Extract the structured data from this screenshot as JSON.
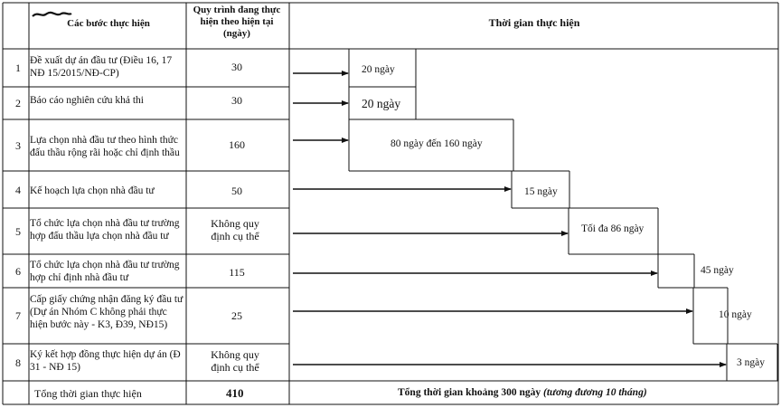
{
  "header": {
    "col_step": "Các bước thực hiện",
    "col_process": "Quy trình đang thực hiện theo hiện tại (ngày)",
    "col_time": "Thời gian thực hiện"
  },
  "rows": [
    {
      "no": "1",
      "step": "Đề xuất dự án đầu tư (Điều 16, 17 NĐ 15/2015/NĐ-CP)",
      "days": "30",
      "duration": "20 ngày"
    },
    {
      "no": "2",
      "step": "Báo cáo nghiên cứu khả thi",
      "days": "30",
      "duration": "20 ngày"
    },
    {
      "no": "3",
      "step": "Lựa chọn nhà đầu tư theo hình thức đấu thầu rộng rãi hoặc chỉ định thầu",
      "days": "160",
      "duration": "80 ngày đến 160 ngày"
    },
    {
      "no": "4",
      "step": "Kế hoạch lựa chọn nhà đầu tư",
      "days": "50",
      "duration": "15 ngày"
    },
    {
      "no": "5",
      "step": "Tổ chức lựa chọn nhà đầu tư trường hợp đấu thầu lựa chọn nhà đầu tư",
      "days": "Không quy định cụ thể",
      "duration": "Tối đa 86 ngày"
    },
    {
      "no": "6",
      "step": "Tổ chức lựa chọn nhà đầu tư trường hợp chỉ định nhà đầu tư",
      "days": "115",
      "duration": "45 ngày"
    },
    {
      "no": "7",
      "step": "Cấp giấy chứng nhận đăng ký đầu tư (Dự án Nhóm C không phải thực hiện bước này - K3, Đ39, NĐ15)",
      "days": "25",
      "duration": "10 ngày"
    },
    {
      "no": "8",
      "step": "Ký kết hợp đồng thực hiện dự án (Đ 31 - NĐ 15)",
      "days": "Không quy định cụ thể",
      "duration": "3 ngày"
    }
  ],
  "total": {
    "label": "Tổng thời gian thực hiện",
    "days": "410",
    "text": "Tổng thời gian khoảng 300 ngày",
    "text_italic": "(tương đương 10 tháng)"
  }
}
